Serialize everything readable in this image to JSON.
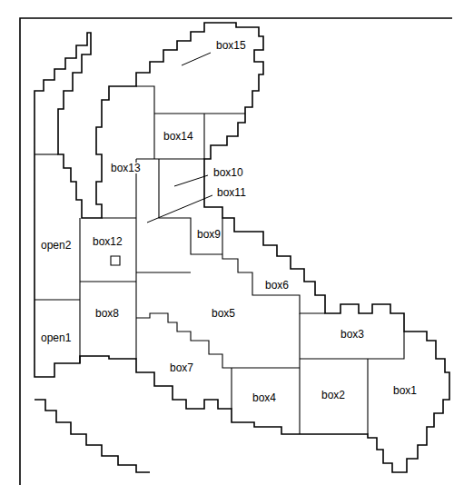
{
  "diagram": {
    "labels": [
      "box15",
      "box14",
      "box13",
      "box10",
      "box11",
      "box12",
      "box9",
      "open2",
      "box6",
      "box8",
      "box5",
      "open1",
      "box3",
      "box7",
      "box4",
      "box2",
      "box1"
    ]
  }
}
